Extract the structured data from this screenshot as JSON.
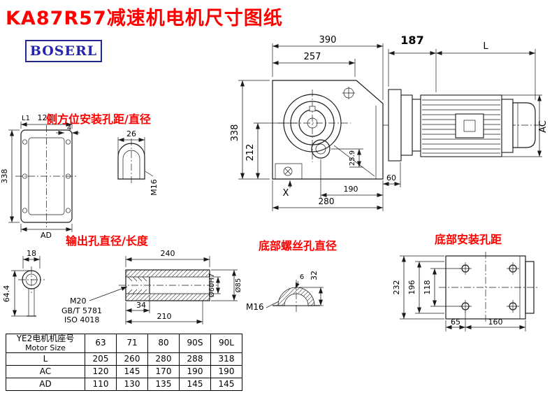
{
  "title": "KA87R57减速机电机尺寸图纸",
  "logo_text": "BOSERL",
  "labels": {
    "side_mount": "侧方位安装孔距/直径",
    "output": "输出孔直径/长度",
    "bottom_screw": "底部螺丝孔直径",
    "bottom_mount": "底部安装孔距"
  },
  "d": {
    "m390": "390",
    "m257": "257",
    "m187": "187",
    "mL": "L",
    "m338": "338",
    "m212": "212",
    "mAC": "AC",
    "m259": "25.9",
    "m60": "60",
    "m190": "190",
    "m280": "280",
    "mX": "X",
    "sL1": "L1",
    "s120": "120",
    "s4": "4",
    "s338": "338",
    "sAD": "AD",
    "s26": "26",
    "sM16": "M16",
    "o18": "18",
    "o644": "64.4",
    "o240": "240",
    "oM20": "M20",
    "oGB": "GB/T 5781",
    "oISO": "ISO 4018",
    "o34": "34",
    "o210": "210",
    "o60": "Ø60H7",
    "o85": "Ø85",
    "b32": "32",
    "b6": "6",
    "bM16": "M16",
    "f232": "232",
    "f196": "196",
    "f118": "118",
    "f65": "65",
    "f160": "160"
  },
  "table": {
    "size_header_cn": "YE2电机机座号",
    "size_header_en": "Motor Size",
    "columns": [
      "63",
      "71",
      "80",
      "90S",
      "90L"
    ],
    "rows": [
      {
        "label": "L",
        "values": [
          "205",
          "260",
          "280",
          "288",
          "318"
        ]
      },
      {
        "label": "AC",
        "values": [
          "120",
          "145",
          "170",
          "190",
          "190"
        ]
      },
      {
        "label": "AD",
        "values": [
          "110",
          "130",
          "135",
          "145",
          "145"
        ]
      }
    ]
  },
  "colors": {
    "title_red": "#ff0000",
    "logo_blue": "#2424ad",
    "line": "#1a1a1a"
  }
}
